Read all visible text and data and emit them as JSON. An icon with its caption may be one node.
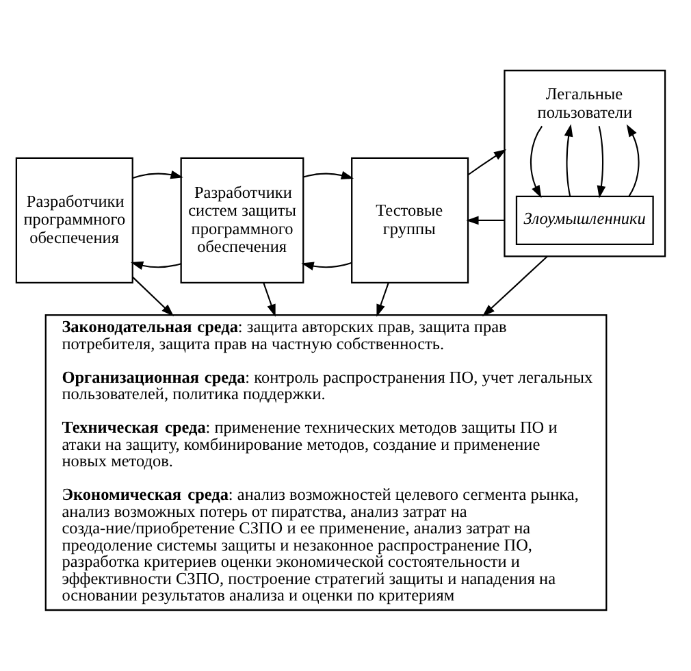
{
  "diagram": {
    "nodes": [
      {
        "text": [
          "Разработчики программного обеспечения"
        ]
      },
      {
        "text": [
          "Разработчики систем защиты программного обеспечения"
        ]
      },
      {
        "text": [
          "Тестовые группы"
        ]
      },
      {
        "text": [
          "Легальные пользователи"
        ]
      },
      {
        "text": [
          "Злоумышленники"
        ],
        "in": 3
      },
      {
        "text": [
          "**Законодательная среда**: защита авторских прав, защита прав потребителя, защита прав на частную собственность.",
          "**Организационная среда**: контроль распространения ПО, учет легальных пользователей, политика поддержки.",
          "**Техническая среда**: применение технических методов защиты ПО и атаки на защиту, комбинирование методов, создание и применение новых методов.",
          "**Экономическая среда**: анализ возможностей целевого сегмента рынка, анализ возможных потерь от пиратства, анализ затрат на созда-ние/приобретение СЗПО и ее применение, анализ затрат на преодоление системы защиты и незаконное распространение ПО, разработка критериев оценки экономической состоятельности и эффективности СЗПО, построение стратегий защиты и нападения на основании результатов анализа и оценки по критериям"
        ]
      }
    ],
    "edges": [
      {
        "from": 1,
        "to": 0,
        "arrow": "to"
      },
      {
        "from": 0,
        "to": 1,
        "arrow": "to"
      },
      {
        "from": 2,
        "to": 1,
        "arrow": "to"
      },
      {
        "from": 1,
        "to": 2,
        "arrow": "to"
      },
      {
        "from": 3,
        "to": 2,
        "arrow": "to"
      },
      {
        "from": 2,
        "to": 3,
        "arrow": "to"
      },
      {
        "from": 4,
        "to": 3,
        "arrow": "to"
      },
      {
        "from": 3,
        "to": 4,
        "arrow": "to"
      },
      {
        "from": 3,
        "to": 4,
        "arrow": "to"
      },
      {
        "from": 4,
        "to": 3,
        "arrow": "to"
      },
      {
        "from": 0,
        "to": 5,
        "arrow": "to"
      },
      {
        "from": 1,
        "to": 5,
        "arrow": "to"
      },
      {
        "from": 2,
        "to": 5,
        "arrow": "to"
      },
      {
        "from": 3,
        "to": 5,
        "arrow": "to"
      }
    ]
  }
}
